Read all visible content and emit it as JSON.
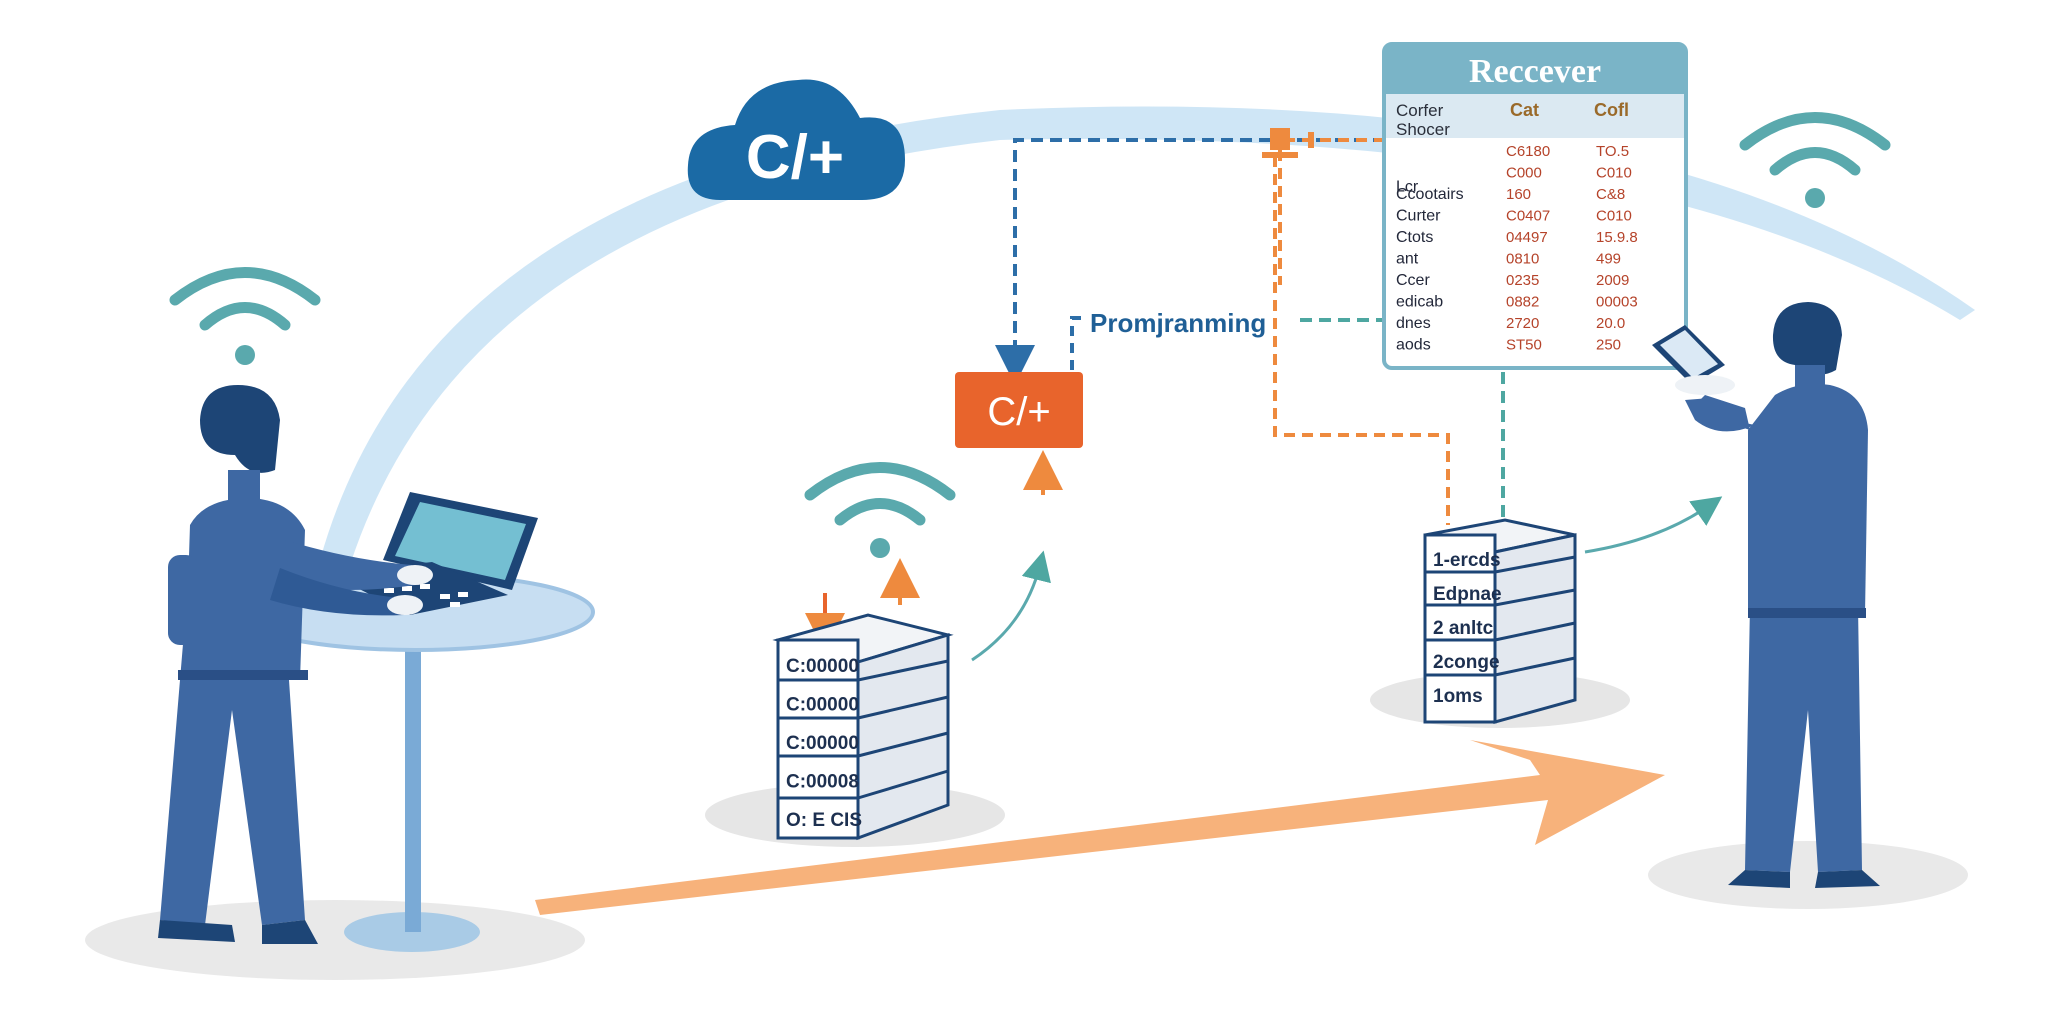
{
  "cloud": {
    "label": "C/+"
  },
  "processor": {
    "label": "C/+"
  },
  "programming_label": "Promjranming",
  "receiver_panel": {
    "title": "Reccever",
    "header": {
      "col1_line1": "Corfer",
      "col1_line2": "Shocer",
      "col2": "Cat",
      "col3": "Cofl"
    },
    "rows": [
      {
        "label": "",
        "c2": "C6180",
        "c3": "TO.5"
      },
      {
        "label": "Lcr",
        "c2": "C000",
        "c3": "C010"
      },
      {
        "label": "Ccootairs",
        "c2": "160",
        "c3": "C&8"
      },
      {
        "label": "Curter",
        "c2": "C0407",
        "c3": "C010"
      },
      {
        "label": "Ctots",
        "c2": "04497",
        "c3": "15.9.8"
      },
      {
        "label": "ant",
        "c2": "0810",
        "c3": "499"
      },
      {
        "label": "Ccer",
        "c2": "0235",
        "c3": "2009"
      },
      {
        "label": "edicab",
        "c2": "0882",
        "c3": "00003"
      },
      {
        "label": "dnes",
        "c2": "2720",
        "c3": "20.0"
      },
      {
        "label": "aods",
        "c2": "ST50",
        "c3": "250"
      }
    ]
  },
  "left_server": {
    "labels": [
      "C:00000",
      "C:00000",
      "C:00000",
      "C:00008",
      "O: E CIS"
    ]
  },
  "right_server": {
    "labels": [
      "1-ercds",
      "Edpnae",
      "2 anltc",
      "2conge",
      "1oms"
    ]
  },
  "colors": {
    "person": "#3e68a3",
    "person_dark": "#1d4576",
    "cloud": "#1b6aa5",
    "processor": "#e8642c",
    "wifi": "#5aa9ad",
    "arc": "#c7e2f4",
    "arrow": "#f7b27b",
    "panel_header": "#7ab4c7",
    "dash_blue": "#2d6ea8",
    "dash_orange": "#ee8a3e",
    "dash_teal": "#4ea7a1"
  }
}
